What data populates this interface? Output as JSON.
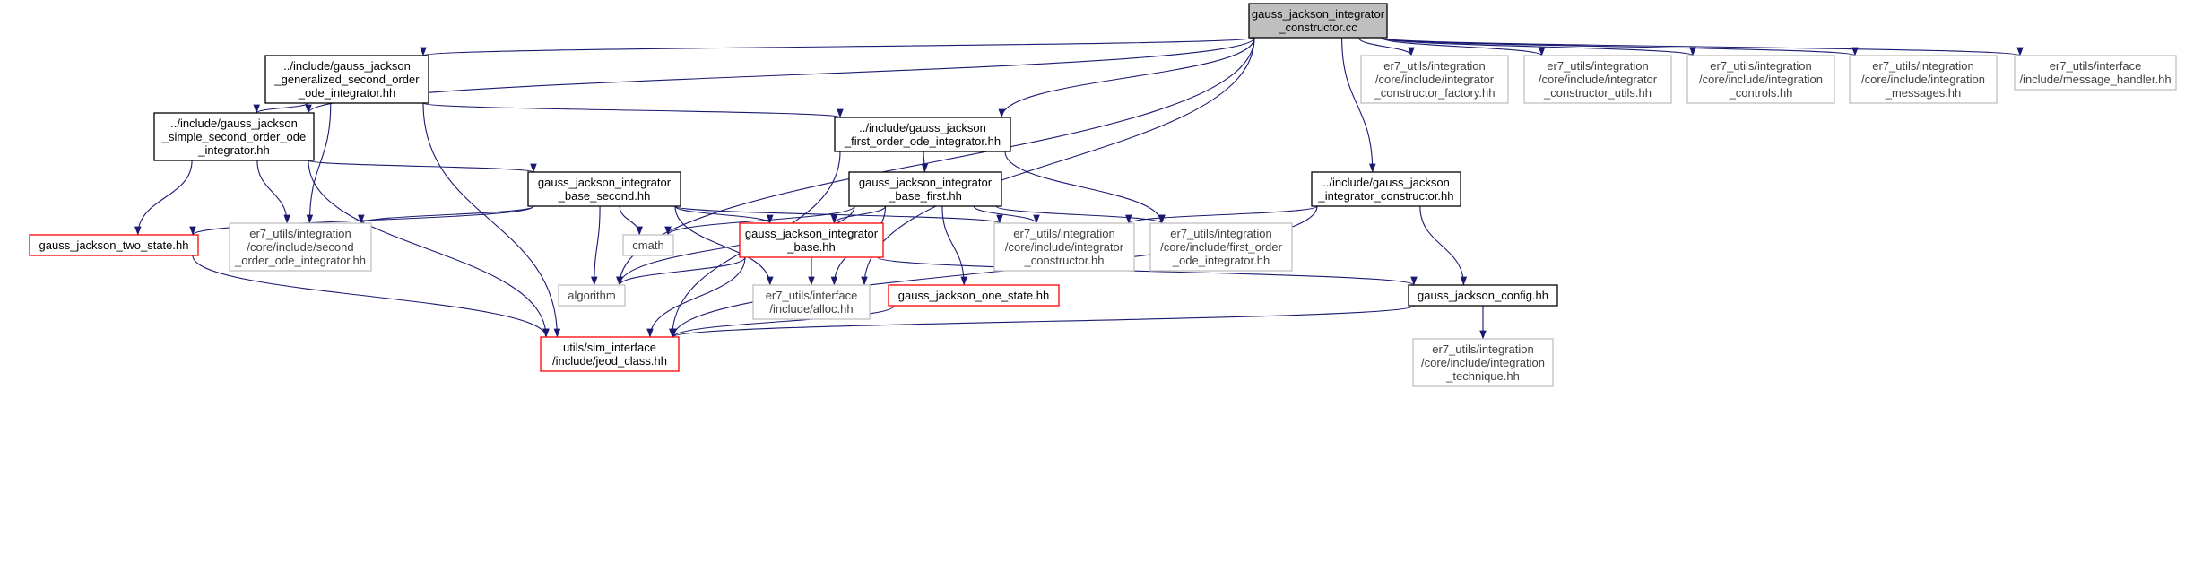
{
  "nodes": [
    {
      "id": "root",
      "lines": [
        "gauss_jackson_integrator",
        "_constructor.cc"
      ],
      "style": "root"
    },
    {
      "id": "gen2",
      "lines": [
        "../include/gauss_jackson",
        "_generalized_second_order",
        "_ode_integrator.hh"
      ],
      "style": "normal"
    },
    {
      "id": "simple2",
      "lines": [
        "../include/gauss_jackson",
        "_simple_second_order_ode",
        "_integrator.hh"
      ],
      "style": "normal"
    },
    {
      "id": "first",
      "lines": [
        "../include/gauss_jackson",
        "_first_order_ode_integrator.hh"
      ],
      "style": "normal"
    },
    {
      "id": "factory",
      "lines": [
        "er7_utils/integration",
        "/core/include/integrator",
        "_constructor_factory.hh"
      ],
      "style": "external"
    },
    {
      "id": "cutils",
      "lines": [
        "er7_utils/integration",
        "/core/include/integrator",
        "_constructor_utils.hh"
      ],
      "style": "external"
    },
    {
      "id": "controls",
      "lines": [
        "er7_utils/integration",
        "/core/include/integration",
        "_controls.hh"
      ],
      "style": "external"
    },
    {
      "id": "messages",
      "lines": [
        "er7_utils/integration",
        "/core/include/integration",
        "_messages.hh"
      ],
      "style": "external"
    },
    {
      "id": "msghandler",
      "lines": [
        "er7_utils/interface",
        "/include/message_handler.hh"
      ],
      "style": "external"
    },
    {
      "id": "basesecond",
      "lines": [
        "gauss_jackson_integrator",
        "_base_second.hh"
      ],
      "style": "normal"
    },
    {
      "id": "basefirst",
      "lines": [
        "gauss_jackson_integrator",
        "_base_first.hh"
      ],
      "style": "normal"
    },
    {
      "id": "ctor",
      "lines": [
        "../include/gauss_jackson",
        "_integrator_constructor.hh"
      ],
      "style": "normal"
    },
    {
      "id": "twostate",
      "lines": [
        "gauss_jackson_two_state.hh"
      ],
      "style": "red"
    },
    {
      "id": "sode",
      "lines": [
        "er7_utils/integration",
        "/core/include/second",
        "_order_ode_integrator.hh"
      ],
      "style": "external"
    },
    {
      "id": "cmath",
      "lines": [
        "cmath"
      ],
      "style": "external"
    },
    {
      "id": "base",
      "lines": [
        "gauss_jackson_integrator",
        "_base.hh"
      ],
      "style": "red"
    },
    {
      "id": "ictor",
      "lines": [
        "er7_utils/integration",
        "/core/include/integrator",
        "_constructor.hh"
      ],
      "style": "external"
    },
    {
      "id": "fode",
      "lines": [
        "er7_utils/integration",
        "/core/include/first_order",
        "_ode_integrator.hh"
      ],
      "style": "external"
    },
    {
      "id": "algorithm",
      "lines": [
        "algorithm"
      ],
      "style": "external"
    },
    {
      "id": "alloc",
      "lines": [
        "er7_utils/interface",
        "/include/alloc.hh"
      ],
      "style": "external"
    },
    {
      "id": "onestate",
      "lines": [
        "gauss_jackson_one_state.hh"
      ],
      "style": "red"
    },
    {
      "id": "config",
      "lines": [
        "gauss_jackson_config.hh"
      ],
      "style": "normal"
    },
    {
      "id": "jeod",
      "lines": [
        "utils/sim_interface",
        "/include/jeod_class.hh"
      ],
      "style": "red"
    },
    {
      "id": "technique",
      "lines": [
        "er7_utils/integration",
        "/core/include/integration",
        "_technique.hh"
      ],
      "style": "external"
    }
  ],
  "edges": [
    [
      "root",
      "gen2"
    ],
    [
      "root",
      "simple2"
    ],
    [
      "root",
      "algorithm"
    ],
    [
      "root",
      "first"
    ],
    [
      "root",
      "ctor"
    ],
    [
      "root",
      "alloc"
    ],
    [
      "root",
      "factory"
    ],
    [
      "root",
      "cutils"
    ],
    [
      "root",
      "controls"
    ],
    [
      "root",
      "messages"
    ],
    [
      "root",
      "msghandler"
    ],
    [
      "gen2",
      "simple2"
    ],
    [
      "gen2",
      "first"
    ],
    [
      "gen2",
      "sode"
    ],
    [
      "gen2",
      "jeod"
    ],
    [
      "simple2",
      "basesecond"
    ],
    [
      "simple2",
      "twostate"
    ],
    [
      "simple2",
      "sode"
    ],
    [
      "simple2",
      "jeod"
    ],
    [
      "first",
      "basefirst"
    ],
    [
      "first",
      "fode"
    ],
    [
      "first",
      "jeod"
    ],
    [
      "basesecond",
      "twostate"
    ],
    [
      "basesecond",
      "sode"
    ],
    [
      "basesecond",
      "cmath"
    ],
    [
      "basesecond",
      "base"
    ],
    [
      "basesecond",
      "ictor"
    ],
    [
      "basesecond",
      "algorithm"
    ],
    [
      "basesecond",
      "alloc"
    ],
    [
      "basefirst",
      "cmath"
    ],
    [
      "basefirst",
      "base"
    ],
    [
      "basefirst",
      "ictor"
    ],
    [
      "basefirst",
      "fode"
    ],
    [
      "basefirst",
      "algorithm"
    ],
    [
      "basefirst",
      "alloc"
    ],
    [
      "basefirst",
      "onestate"
    ],
    [
      "ctor",
      "ictor"
    ],
    [
      "ctor",
      "config"
    ],
    [
      "ctor",
      "jeod"
    ],
    [
      "twostate",
      "jeod"
    ],
    [
      "base",
      "algorithm"
    ],
    [
      "base",
      "alloc"
    ],
    [
      "base",
      "jeod"
    ],
    [
      "base",
      "config"
    ],
    [
      "onestate",
      "jeod"
    ],
    [
      "config",
      "jeod"
    ],
    [
      "config",
      "technique"
    ]
  ],
  "colors": {
    "edge": "#191970",
    "root_fill": "#bfbfbf",
    "normal_border": "#000000",
    "external_border": "#bfbfbf",
    "red_border": "#ff0000",
    "text": "#000000",
    "external_text": "#404040"
  }
}
